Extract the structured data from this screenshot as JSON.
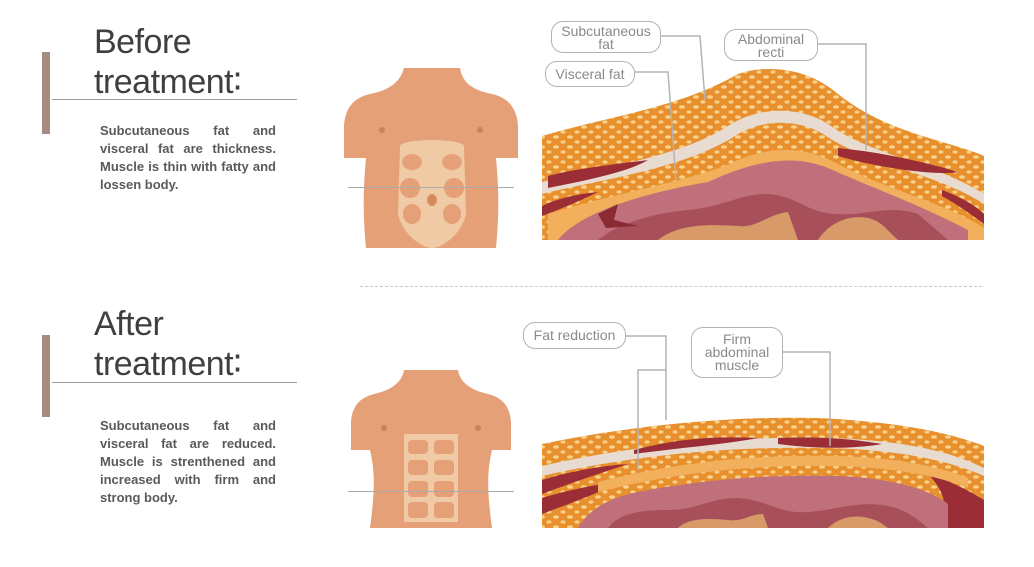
{
  "before": {
    "heading": "Before\ntreatment∶",
    "description": "Subcutaneous fat and visceral fat are thickness. Muscle is thin with fatty and lossen body.",
    "labels": {
      "subcutaneous_fat": "Subcutaneous\nfat",
      "visceral_fat": "Visceral fat",
      "abdominal_recti": "Abdominal\nrecti"
    }
  },
  "after": {
    "heading": "After\ntreatment∶",
    "description": "Subcutaneous fat and visceral fat are reduced. Muscle is strenthened and increased with firm and strong body.",
    "labels": {
      "fat_reduction": "Fat reduction",
      "firm_muscle": "Firm\nabdominal\nmuscle"
    }
  },
  "colors": {
    "accent": "#a88b80",
    "skin": "#e6a078",
    "fat": "#f0a850",
    "fat_dot": "#f8d28a",
    "muscle": "#9a2d35",
    "viscera": "#c0707a",
    "fascia": "#e8dcd2"
  }
}
